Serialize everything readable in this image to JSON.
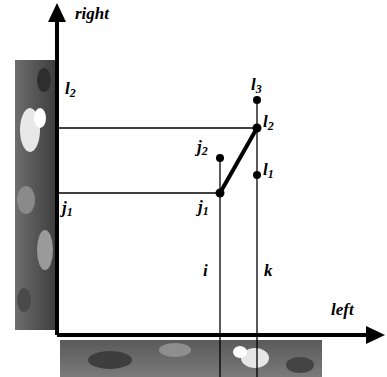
{
  "diagram": {
    "labels": [
      "right",
      "left",
      "l2",
      "j1",
      "l3",
      "j2",
      "l2",
      "l1",
      "j1",
      "i",
      "k"
    ]
  }
}
